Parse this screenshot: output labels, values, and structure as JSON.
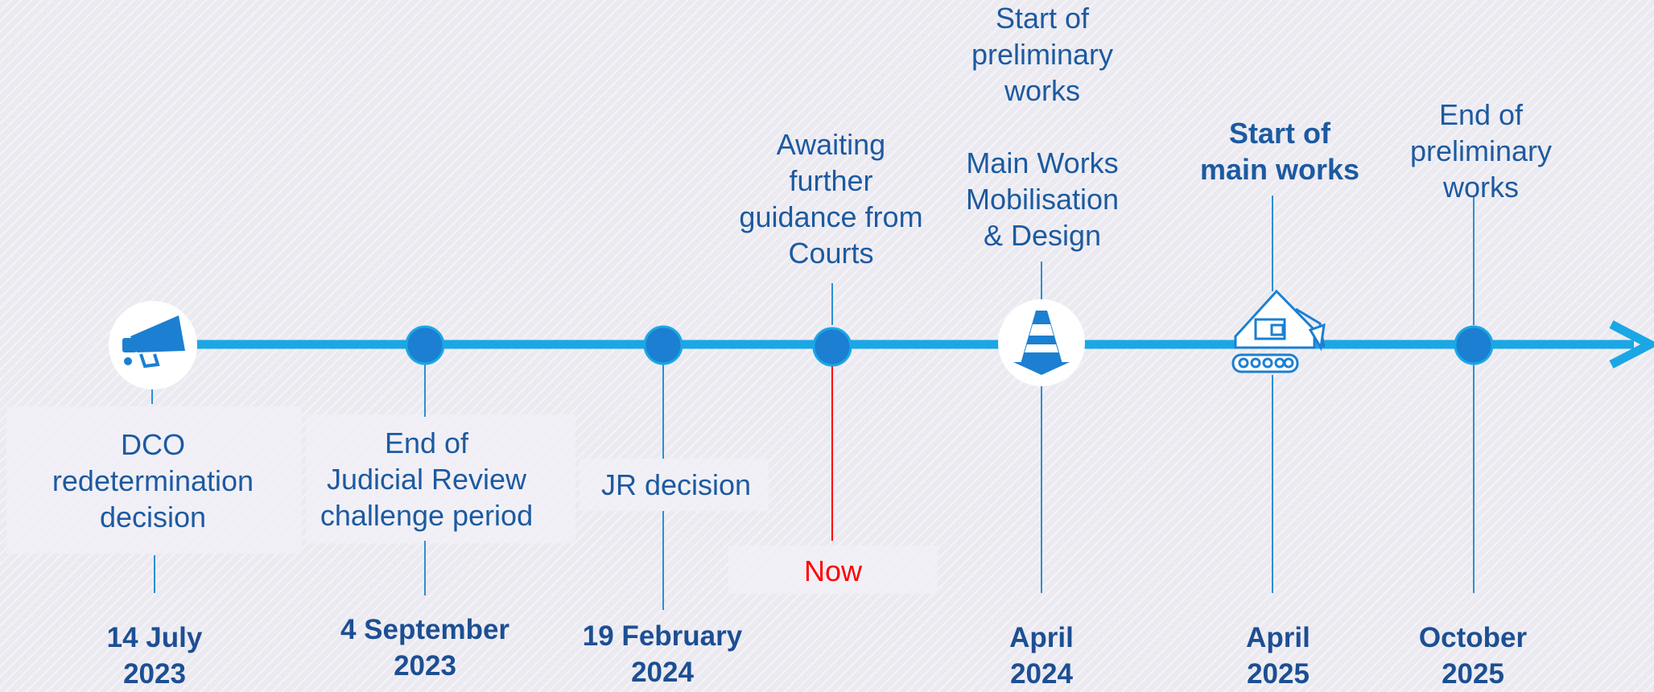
{
  "milestones": [
    {
      "id": "dco",
      "label": "DCO\nredetermination\ndecision",
      "date": "14 July\n2023",
      "marker": "megaphone-icon"
    },
    {
      "id": "jr-end",
      "label": "End of\nJudicial Review\nchallenge period",
      "date": "4 September\n2023",
      "marker": "dot"
    },
    {
      "id": "jr-decision",
      "label": "JR decision",
      "date": "19 February\n2024",
      "marker": "dot"
    },
    {
      "id": "now",
      "top_label": "Awaiting\nfurther\nguidance from\nCourts",
      "label": "Now",
      "marker": "dot"
    },
    {
      "id": "prelim-start",
      "top_label": "Start of\npreliminary\nworks",
      "label2": "Main Works\nMobilisation\n&  Design",
      "date": "April\n2024",
      "marker": "traffic-cone-icon"
    },
    {
      "id": "main-start",
      "top_label": "Start of\nmain works",
      "date": "April\n2025",
      "marker": "excavator-icon"
    },
    {
      "id": "prelim-end",
      "top_label": "End of\npreliminary\nworks",
      "date": "October\n2025",
      "marker": "dot"
    }
  ],
  "colors": {
    "line": "#1aa7e6",
    "dot": "#1c7fd1",
    "text": "#1c5aa0",
    "now": "#ff0000",
    "connector": "#2b8fd6"
  }
}
